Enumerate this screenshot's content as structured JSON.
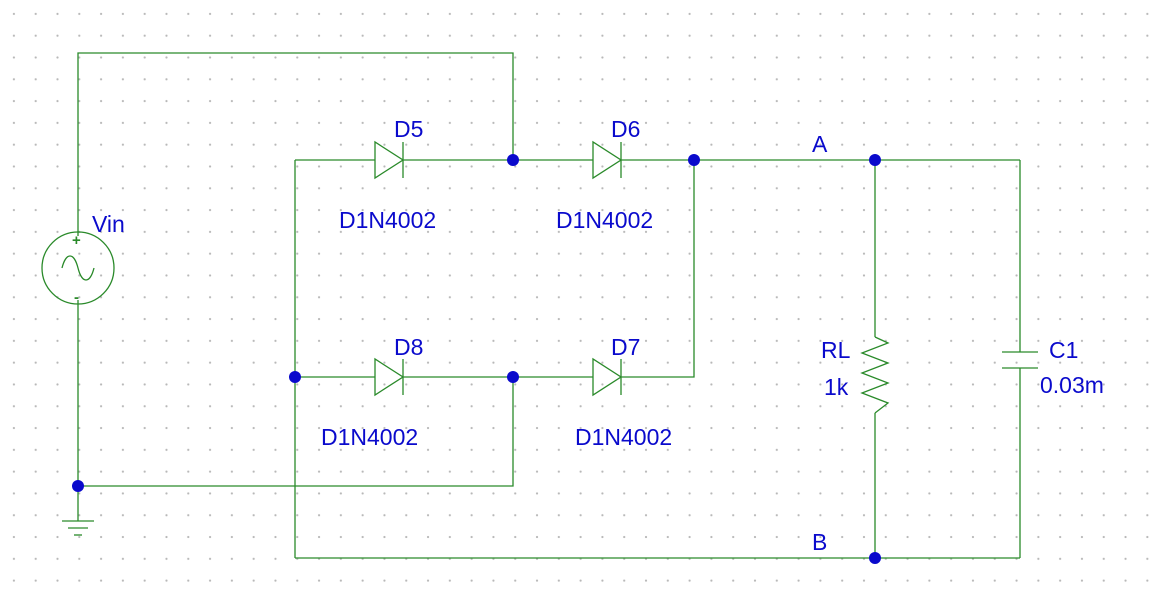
{
  "source": {
    "name": "Vin",
    "plus": "+",
    "minus": "-"
  },
  "diodes": [
    {
      "ref": "D5",
      "model": "D1N4002"
    },
    {
      "ref": "D6",
      "model": "D1N4002"
    },
    {
      "ref": "D8",
      "model": "D1N4002"
    },
    {
      "ref": "D7",
      "model": "D1N4002"
    }
  ],
  "load": {
    "ref": "RL",
    "value": "1k"
  },
  "capacitor": {
    "ref": "C1",
    "value": "0.03m"
  },
  "nodes": {
    "a": "A",
    "b": "B"
  },
  "colors": {
    "wire": "#2a8a2a",
    "text": "#0a0acc",
    "junction": "#0a0acc",
    "grid": "#b8b8b8"
  }
}
